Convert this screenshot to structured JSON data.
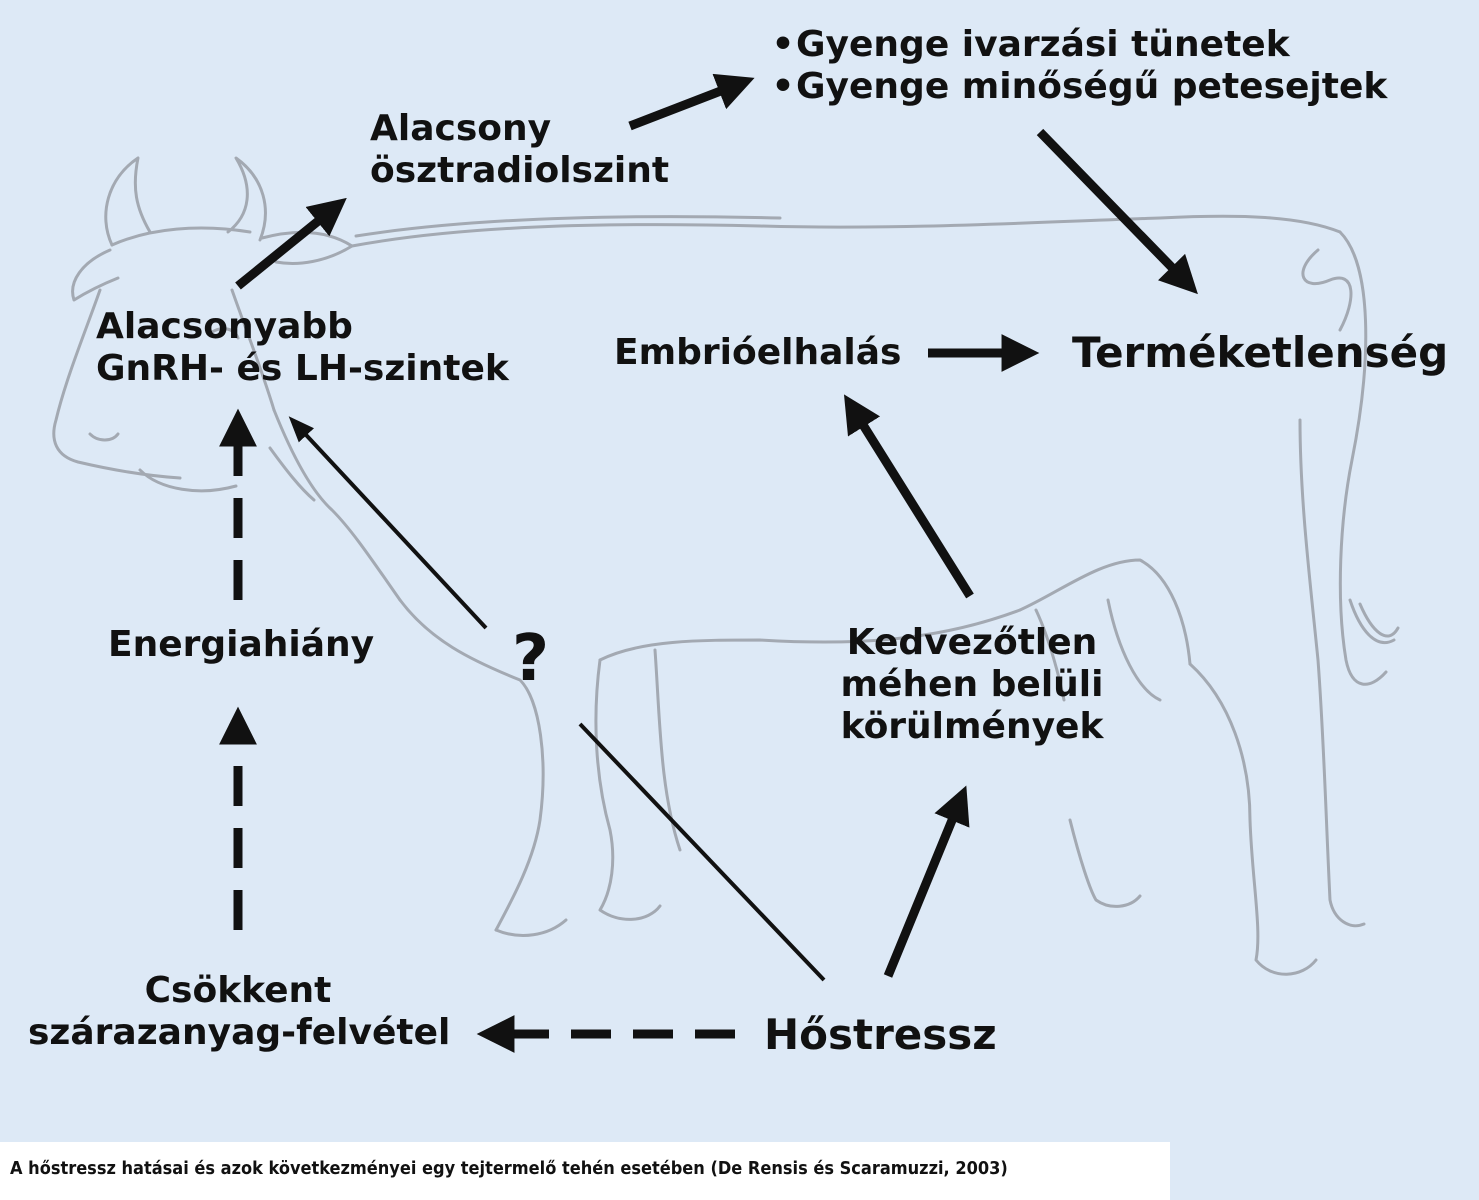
{
  "nodes": {
    "alacsony_osztradiol": [
      "Alacsony",
      "ösztradiolszint"
    ],
    "gyenge_bullets": [
      "Gyenge ivarzási tünetek",
      "Gyenge minőségű petesejtek"
    ],
    "alacsonyabb_gnrh": [
      "Alacsonyabb",
      "GnRH- és LH-szintek"
    ],
    "embrioelhalas": "Embrióelhalás",
    "termeketlenseg": "Terméketlenség",
    "energiahiany": "Energiahiány",
    "question": "?",
    "kedvezotlen": [
      "Kedvezőtlen",
      "méhen belüli",
      "körülmények"
    ],
    "csokkent": [
      "Csökkent",
      "szárazanyag-felvétel"
    ],
    "hostressz": "Hőstressz"
  },
  "bullet_symbol": "•",
  "caption": "A hőstressz hatásai és azok következményei egy tejtermelő tehén esetében (De Rensis és Scaramuzzi, 2003)",
  "colors": {
    "background": "#dde9f6",
    "ink": "#111111",
    "cow_outline": "#a3a9b2",
    "caption_bg": "#ffffff"
  }
}
